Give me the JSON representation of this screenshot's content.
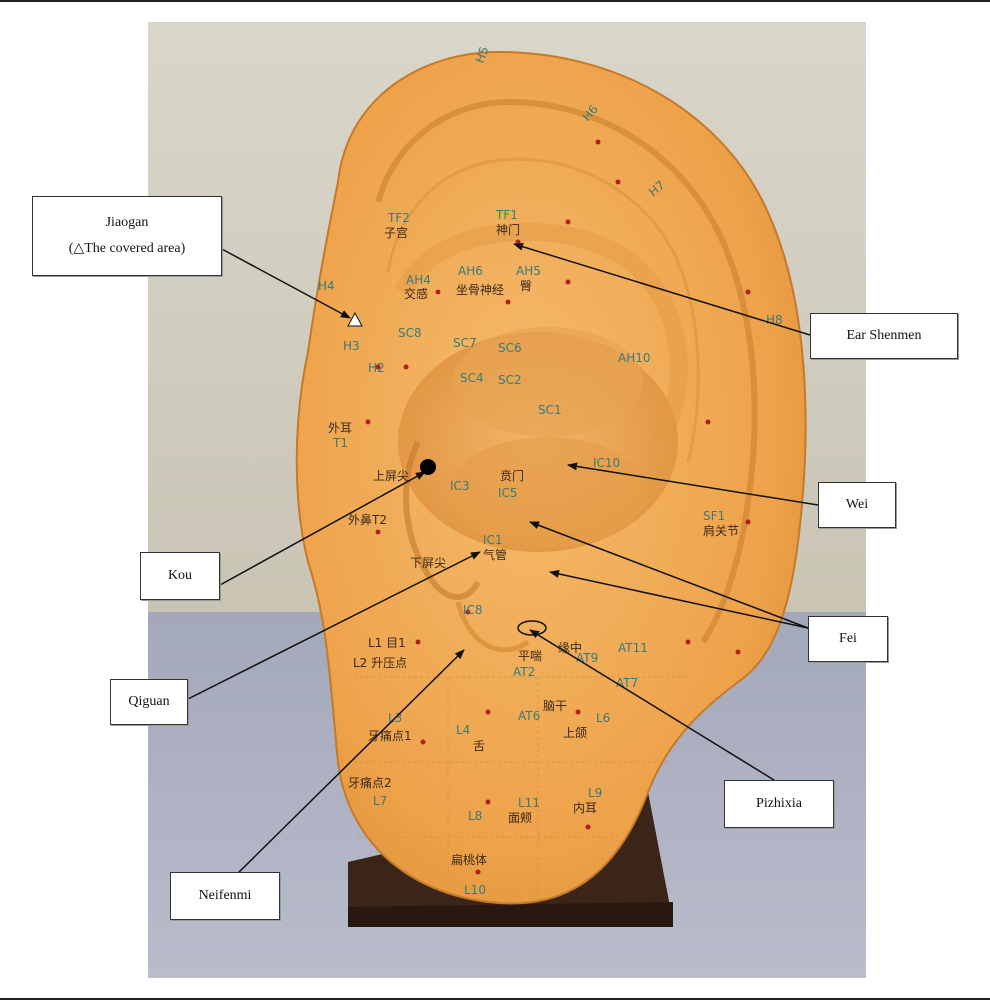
{
  "labels": {
    "jiaogan_line1": "Jiaogan",
    "jiaogan_line2": "(△The covered area)",
    "ear_shenmen": "Ear Shenmen",
    "wei": "Wei",
    "kou": "Kou",
    "fei": "Fei",
    "qiguan": "Qiguan",
    "pizhixia": "Pizhixia",
    "neifenmi": "Neifenmi"
  },
  "model_text": {
    "h5": "H5",
    "h6": "H6",
    "h7": "H7",
    "h4": "H4",
    "h3": "H3",
    "h2": "H2",
    "t1": "T1",
    "t1_cn": "外耳",
    "t2": "外鼻T2",
    "tf1": "TF1",
    "tf1_cn": "神门",
    "tf2": "TF2",
    "tf2_cn": "子宫",
    "ah5": "AH5",
    "ah5_cn": "臀",
    "ah6": "AH6",
    "ah6_cn": "坐骨神经",
    "ah4": "AH4",
    "ah4_cn": "交感",
    "ah10": "AH10",
    "sc7": "SC7",
    "sc8": "SC8",
    "sc6": "SC6",
    "sc4": "SC4",
    "sc2": "SC2",
    "sc1": "SC1",
    "ic3": "IC3",
    "ic5": "IC5",
    "ic5_cn": "贲门",
    "ic1": "IC1",
    "ic1_cn": "气管",
    "ic8": "IC8",
    "ic10": "IC10",
    "xiaping": "下屏尖",
    "shangping": "上屏尖",
    "l1": "L1 目1",
    "l2": "L2 升压点",
    "l3": "L3",
    "l3_cn": "牙痛点1",
    "l4": "L4",
    "l4_cn": "舌",
    "l6": "L6",
    "l7": "L7",
    "l7_cn": "牙痛点2",
    "l8": "L8",
    "l9": "L9",
    "l9_cn": "内耳",
    "l10": "L10",
    "l11": "L11",
    "l11_cn": "面颊",
    "bianta": "扁桃体",
    "at2": "AT2",
    "at6": "AT6",
    "at7": "AT7",
    "at9": "AT9",
    "at11": "AT11",
    "pingchuan": "平喘",
    "yuanzhong": "缘中",
    "naogan": "脑干",
    "shange": "上颌",
    "sf1": "SF1",
    "sf1_cn": "肩关节",
    "h8": "H8"
  },
  "colors": {
    "ear": "#f0a850",
    "ear_shadow": "#c97a25",
    "background_wall": "#d8d4c6",
    "table": "#a8adbe",
    "stand": "#3a2418",
    "teal_text": "#3a7a78",
    "red_dot": "#b02020"
  }
}
